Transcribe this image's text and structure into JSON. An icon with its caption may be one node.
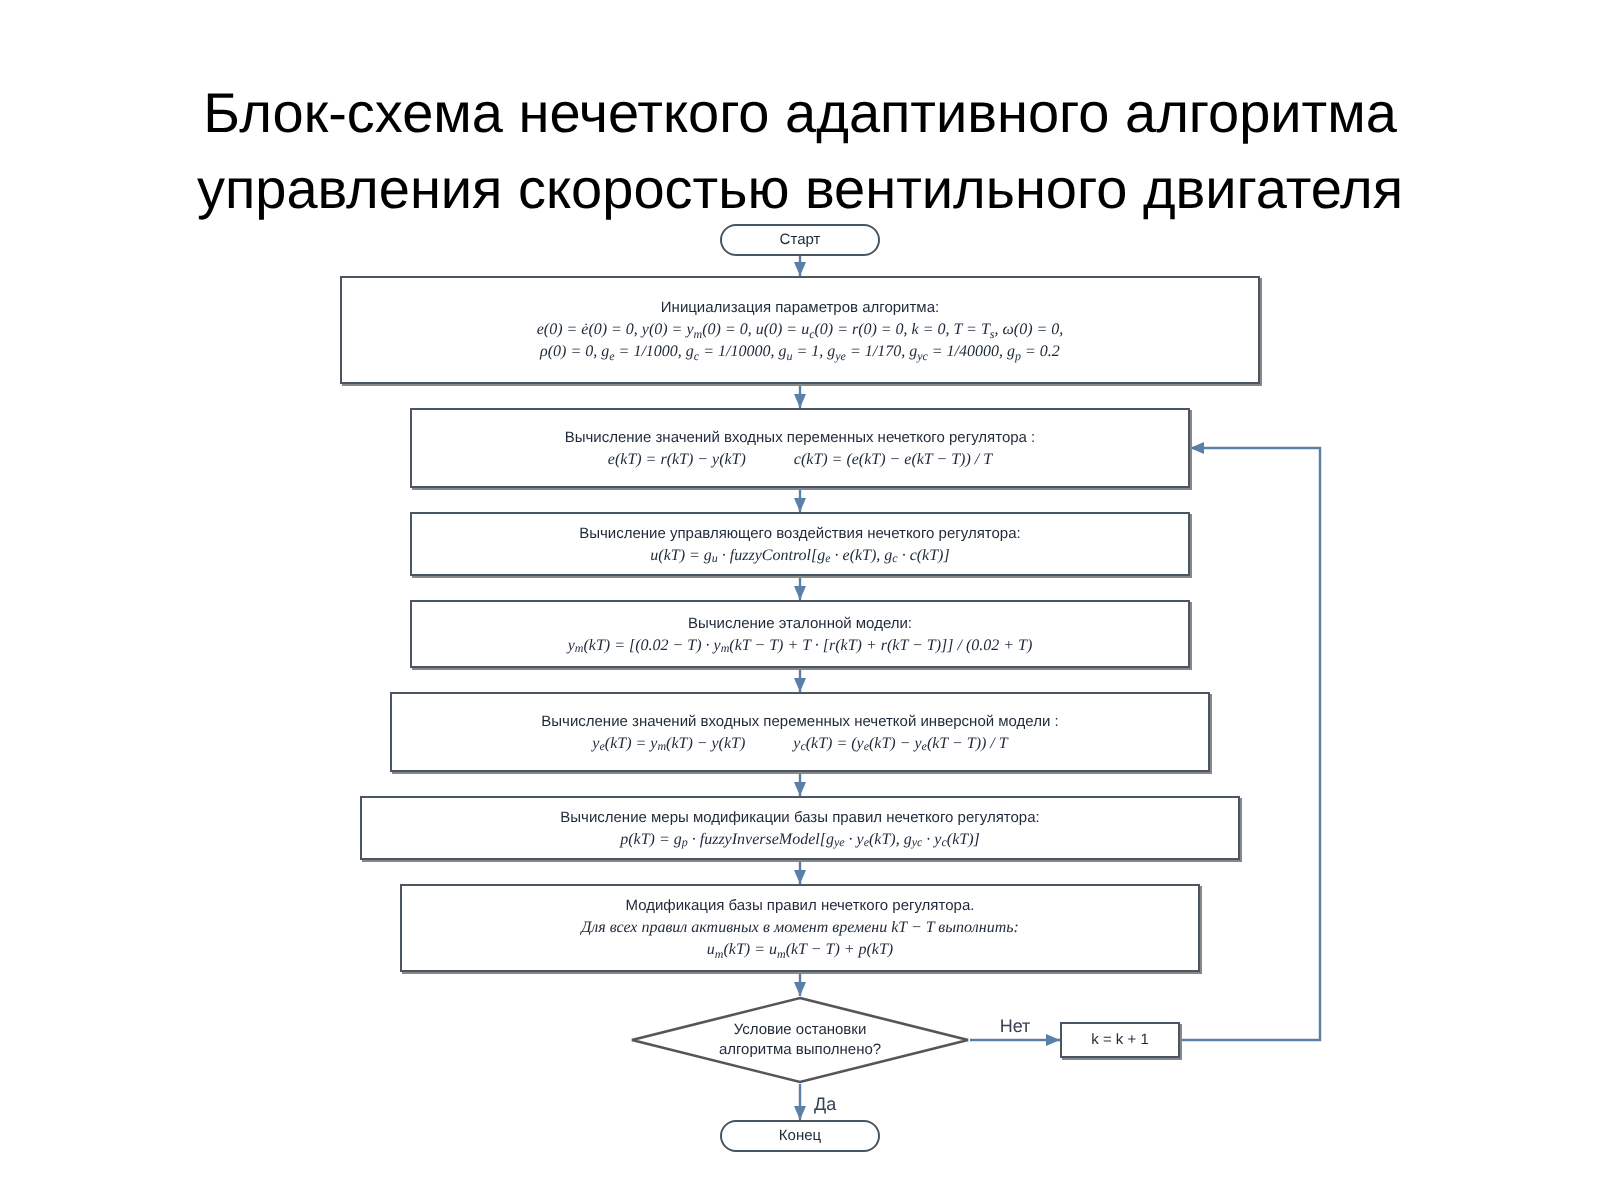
{
  "diagram": {
    "title": "Блок-схема нечеткого адаптивного алгоритма управления скоростью вентильного двигателя",
    "nodes": [
      {
        "text": [
          "Старт"
        ]
      },
      {
        "text": [
          "Инициализация параметров алгоритма:",
          "e(0) = ė(0) = 0,  y(0) = y$_{m}$(0) = 0,  u(0) = u$_{c}$(0) = r(0) = 0,  k = 0,  T = T$_{s}$,  ω(0) = 0,",
          "ρ(0) = 0,  g$_{e}$ = 1/1000,  g$_{c}$ = 1/10000,  g$_{u}$ = 1,  g$_{ye}$ = 1/170,  g$_{yc}$ = 1/40000,  g$_{p}$ = 0.2"
        ]
      },
      {
        "text": [
          "Вычисление значений входных переменных нечеткого регулятора :",
          "e(kT) = r(kT) − y(kT)",
          "c(kT) = (e(kT) − e(kT − T)) / T"
        ]
      },
      {
        "text": [
          "Вычисление управляющего воздействия нечеткого регулятора:",
          "u(kT) = g$_{u}$ · fuzzyControl[g$_{e}$ · e(kT), g$_{c}$ · c(kT)]"
        ]
      },
      {
        "text": [
          "Вычисление эталонной модели:",
          "y$_{m}$(kT) = [(0.02 − T) · y$_{m}$(kT − T) + T · [r(kT) + r(kT − T)]] / (0.02 + T)"
        ]
      },
      {
        "text": [
          "Вычисление значений входных переменных нечеткой инверсной модели :",
          "y$_{e}$(kT) = y$_{m}$(kT) − y(kT)",
          "y$_{c}$(kT) = (y$_{e}$(kT) − y$_{e}$(kT − T)) / T"
        ]
      },
      {
        "text": [
          "Вычисление меры модификации базы правил нечеткого регулятора:",
          "p(kT) = g$_{p}$ · fuzzyInverseModel[g$_{ye}$ · y$_{e}$(kT), g$_{yc}$ · y$_{c}$(kT)]"
        ]
      },
      {
        "text": [
          "Модификация базы правил нечеткого регулятора.",
          "Для всех правил активных в момент времени kT − T выполнить:",
          "u$_{m}$(kT) = u$_{m}$(kT − T) + p(kT)"
        ]
      },
      {
        "text": [
          "Условие остановки алгоритма выполнено?"
        ]
      },
      {
        "text": [
          "k = k + 1"
        ]
      },
      {
        "text": [
          "Конец"
        ]
      }
    ],
    "edges": [
      {
        "from": 0,
        "to": 1,
        "arrow": "to"
      },
      {
        "from": 1,
        "to": 2,
        "arrow": "to"
      },
      {
        "from": 2,
        "to": 3,
        "arrow": "to"
      },
      {
        "from": 3,
        "to": 4,
        "arrow": "to"
      },
      {
        "from": 4,
        "to": 5,
        "arrow": "to"
      },
      {
        "from": 5,
        "to": 6,
        "arrow": "to"
      },
      {
        "from": 6,
        "to": 7,
        "arrow": "to"
      },
      {
        "from": 7,
        "to": 8,
        "arrow": "to"
      },
      {
        "from": 8,
        "to": 9,
        "label": "Нет",
        "arrow": "to"
      },
      {
        "from": 9,
        "to": 2,
        "arrow": "to"
      },
      {
        "from": 8,
        "to": 10,
        "label": "Да",
        "arrow": "to"
      }
    ]
  }
}
